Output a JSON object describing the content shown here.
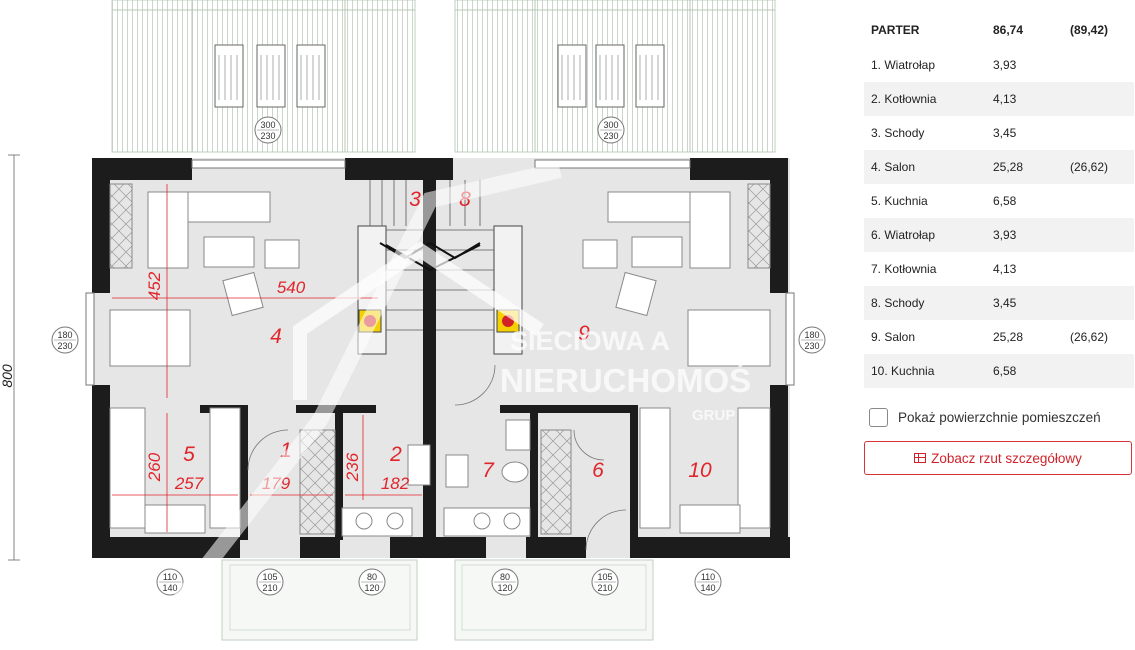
{
  "plan": {
    "dimension_height": "800",
    "rooms": [
      {
        "number": "1"
      },
      {
        "number": "2"
      },
      {
        "number": "3"
      },
      {
        "number": "4"
      },
      {
        "number": "5"
      },
      {
        "number": "6"
      },
      {
        "number": "7"
      },
      {
        "number": "8"
      },
      {
        "number": "9"
      },
      {
        "number": "10"
      }
    ],
    "dims": [
      "452",
      "540",
      "260",
      "257",
      "179",
      "236",
      "182"
    ],
    "openings": {
      "terrace_left": [
        "300",
        "230"
      ],
      "terrace_right": [
        "300",
        "230"
      ],
      "window_left": [
        "180",
        "230"
      ],
      "window_right": [
        "180",
        "230"
      ],
      "bottom_1": [
        "110",
        "140"
      ],
      "bottom_2": [
        "105",
        "210"
      ],
      "bottom_3": [
        "80",
        "120"
      ],
      "bottom_4": [
        "80",
        "120"
      ],
      "bottom_5": [
        "105",
        "210"
      ],
      "bottom_6": [
        "110",
        "140"
      ]
    },
    "watermark": {
      "line1": "SIECIOWA A",
      "line2": "NIERUCHOMOŚ",
      "line3": "GRUP   EN"
    }
  },
  "summary": {
    "title": "PARTER",
    "area": "86,74",
    "area_alt": "(89,42)"
  },
  "rows": [
    {
      "name": "1. Wiatrołap",
      "area": "3,93",
      "alt": ""
    },
    {
      "name": "2. Kotłownia",
      "area": "4,13",
      "alt": ""
    },
    {
      "name": "3. Schody",
      "area": "3,45",
      "alt": ""
    },
    {
      "name": "4. Salon",
      "area": "25,28",
      "alt": "(26,62)"
    },
    {
      "name": "5. Kuchnia",
      "area": "6,58",
      "alt": ""
    },
    {
      "name": "6. Wiatrołap",
      "area": "3,93",
      "alt": ""
    },
    {
      "name": "7. Kotłownia",
      "area": "4,13",
      "alt": ""
    },
    {
      "name": "8. Schody",
      "area": "3,45",
      "alt": ""
    },
    {
      "name": "9. Salon",
      "area": "25,28",
      "alt": "(26,62)"
    },
    {
      "name": "10. Kuchnia",
      "area": "6,58",
      "alt": ""
    }
  ],
  "checkbox_label": "Pokaż powierzchnie pomieszczeń",
  "button_label": "Zobacz rzut szczegółowy",
  "icons": {
    "button": "plan-icon"
  },
  "colors": {
    "accent": "#e0252b",
    "wall": "#1c1c1c",
    "floor": "#e6e6e6"
  }
}
